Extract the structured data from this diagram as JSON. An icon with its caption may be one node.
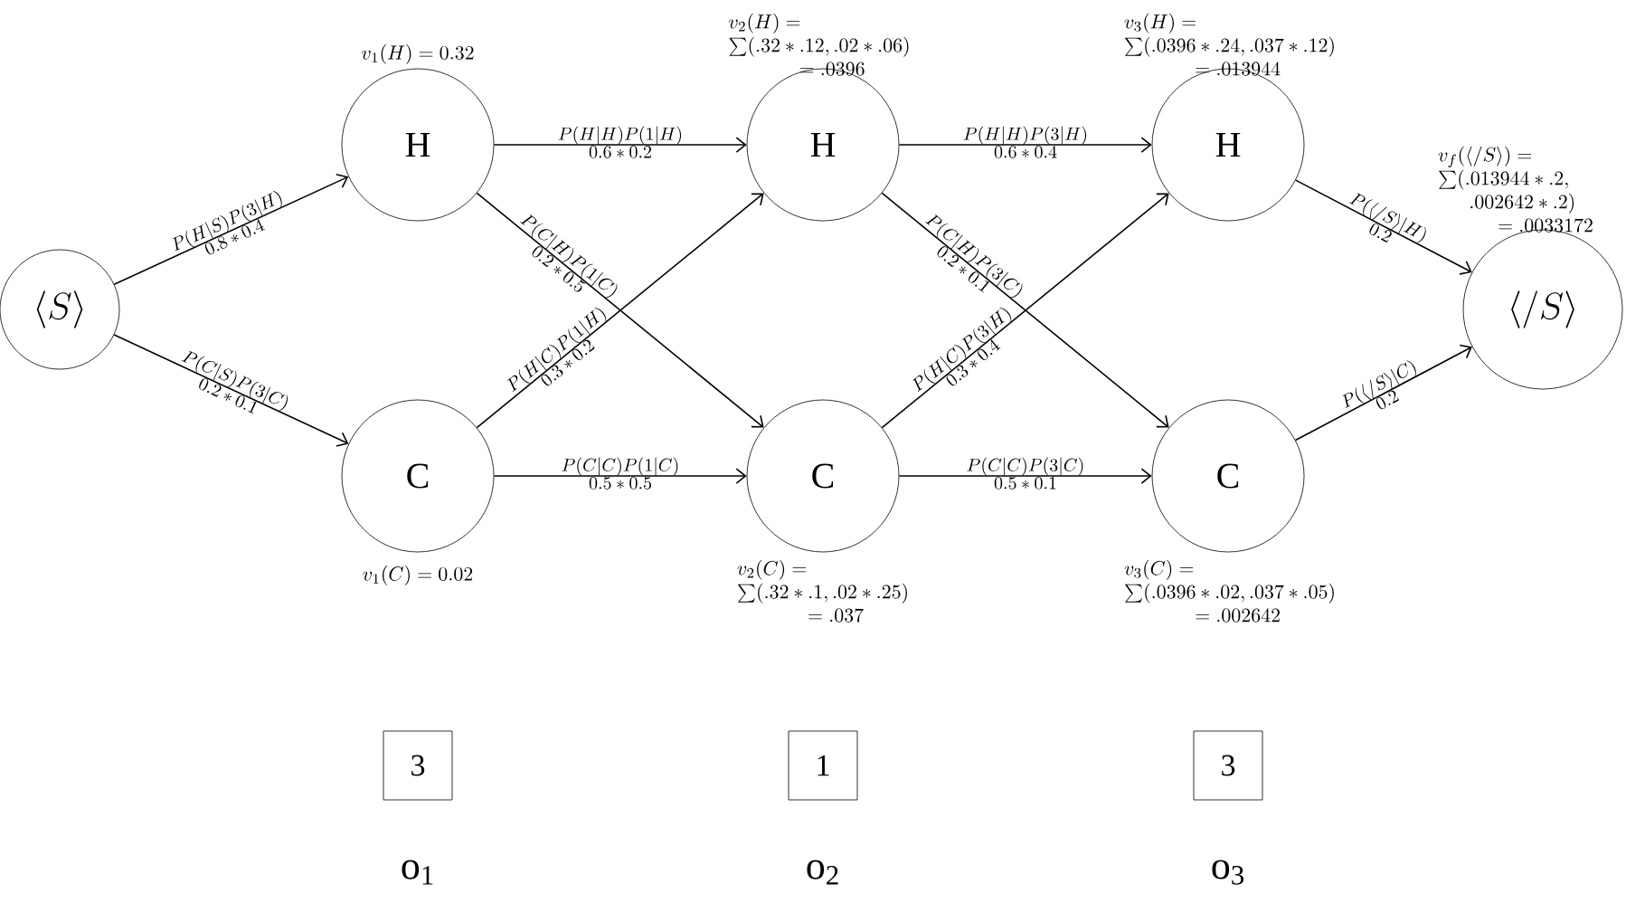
{
  "diagram": {
    "nodes": [
      {
        "text": [
          "\\langle S\\rangle"
        ]
      },
      {
        "text": [
          "H"
        ],
        "beside": [
          "v_1(H) = 0.32"
        ]
      },
      {
        "text": [
          "C"
        ],
        "beside": [
          "v_1(C) = 0.02"
        ]
      },
      {
        "text": [
          "H"
        ],
        "beside": [
          "\\begin{array}{l} v_2(H) = \\\\ \\textstyle\\sum(.32 * .12, .02 * .06) \\\\ \\qquad\\quad\\;\\; = .0396 \\end{array}"
        ]
      },
      {
        "text": [
          "C"
        ],
        "beside": [
          "\\begin{array}{l} v_2(C) = \\\\ \\textstyle\\sum(.32 * .1, .02 * .25) \\\\ \\qquad\\quad\\;\\; = .037 \\end{array}"
        ]
      },
      {
        "text": [
          "H"
        ],
        "beside": [
          "\\begin{array}{l} v_3(H) = \\\\ \\textstyle\\sum(.0396 * .24, .037 * .12) \\\\ \\qquad\\quad\\;\\; = .013944 \\end{array}"
        ]
      },
      {
        "text": [
          "C"
        ],
        "beside": [
          "\\begin{array}{l} v_3(C) = \\\\ \\textstyle\\sum(.0396 * .02, .037 * .05) \\\\ \\qquad\\quad\\;\\; = .002642 \\end{array}"
        ]
      },
      {
        "text": [
          "\\langle /S\\rangle"
        ],
        "beside": [
          "\\begin{array}{l} v_f(\\langle /S\\rangle) = \\\\ \\textstyle\\sum(.013944 * .2, \\\\ \\quad\\;\\; .002642 * .2) \\\\ \\qquad\\quad = .0033172 \\end{array}"
        ]
      },
      {
        "text": [
          "3"
        ]
      },
      {
        "text": [
          "1"
        ]
      },
      {
        "text": [
          "3"
        ]
      }
    ],
    "edges": [
      {
        "from": 0,
        "to": 1,
        "arrow": "to",
        "label": "\\begin{array}{c} P(H|S)P(3|H) \\\\ 0.8 * 0.4 \\end{array}"
      },
      {
        "from": 0,
        "to": 2,
        "arrow": "to",
        "label": "\\begin{array}{c} P(C|S)P(3|C) \\\\ 0.2 * 0.1 \\end{array}"
      },
      {
        "from": 1,
        "to": 3,
        "arrow": "to",
        "label": "\\begin{array}{c} P(H|H)P(1|H) \\\\ 0.6 * 0.2 \\end{array}"
      },
      {
        "from": 1,
        "to": 4,
        "arrow": "to",
        "label": "\\begin{array}{c} P(C|H)P(1|C) \\\\ 0.2 * 0.5 \\end{array}"
      },
      {
        "from": 2,
        "to": 3,
        "arrow": "to",
        "label": "\\begin{array}{c} P(H|C)P(1|H) \\\\ 0.3 * 0.2 \\end{array}"
      },
      {
        "from": 2,
        "to": 4,
        "arrow": "to",
        "label": "\\begin{array}{c} P(C|C)P(1|C) \\\\ 0.5 * 0.5 \\end{array}"
      },
      {
        "from": 3,
        "to": 5,
        "arrow": "to",
        "label": "\\begin{array}{c} P(H|H)P(3|H) \\\\ 0.6 * 0.4 \\end{array}"
      },
      {
        "from": 3,
        "to": 6,
        "arrow": "to",
        "label": "\\begin{array}{c} P(C|H)P(3|C) \\\\ 0.2 * 0.1 \\end{array}"
      },
      {
        "from": 4,
        "to": 5,
        "arrow": "to",
        "label": "\\begin{array}{c} P(H|C)P(3|H) \\\\ 0.3 * 0.4 \\end{array}"
      },
      {
        "from": 4,
        "to": 6,
        "arrow": "to",
        "label": "\\begin{array}{c} P(C|C)P(3|C) \\\\ 0.5 * 0.1 \\end{array}"
      },
      {
        "from": 5,
        "to": 7,
        "arrow": "to",
        "label": "\\begin{array}{c} P(\\langle /S\\rangle|H) \\\\ 0.2 \\end{array}"
      },
      {
        "from": 6,
        "to": 7,
        "arrow": "to",
        "label": "\\begin{array}{c} P(\\langle /S\\rangle|C) \\\\ 0.2 \\end{array}"
      }
    ],
    "labels": [
      "o$_{1}$",
      "o$_{2}$",
      "o$_{3}$"
    ]
  }
}
